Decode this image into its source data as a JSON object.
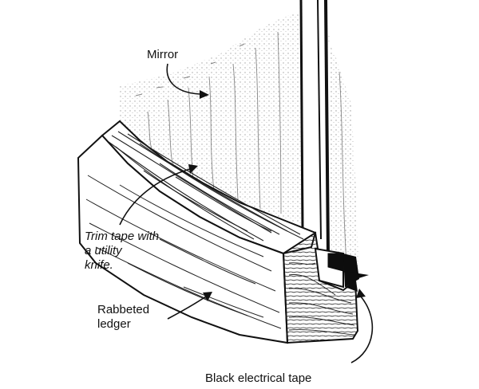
{
  "labels": {
    "mirror": "Mirror",
    "trim_tape": [
      "Trim tape with",
      "a utility",
      "knife."
    ],
    "rabbeted_ledger": [
      "Rabbeted",
      "ledger"
    ],
    "black_tape": "Black electrical tape"
  },
  "colors": {
    "ink": "#111111",
    "background": "#ffffff",
    "tape": "#0d0d0d",
    "wall_stipple": "#6a6a6a"
  }
}
